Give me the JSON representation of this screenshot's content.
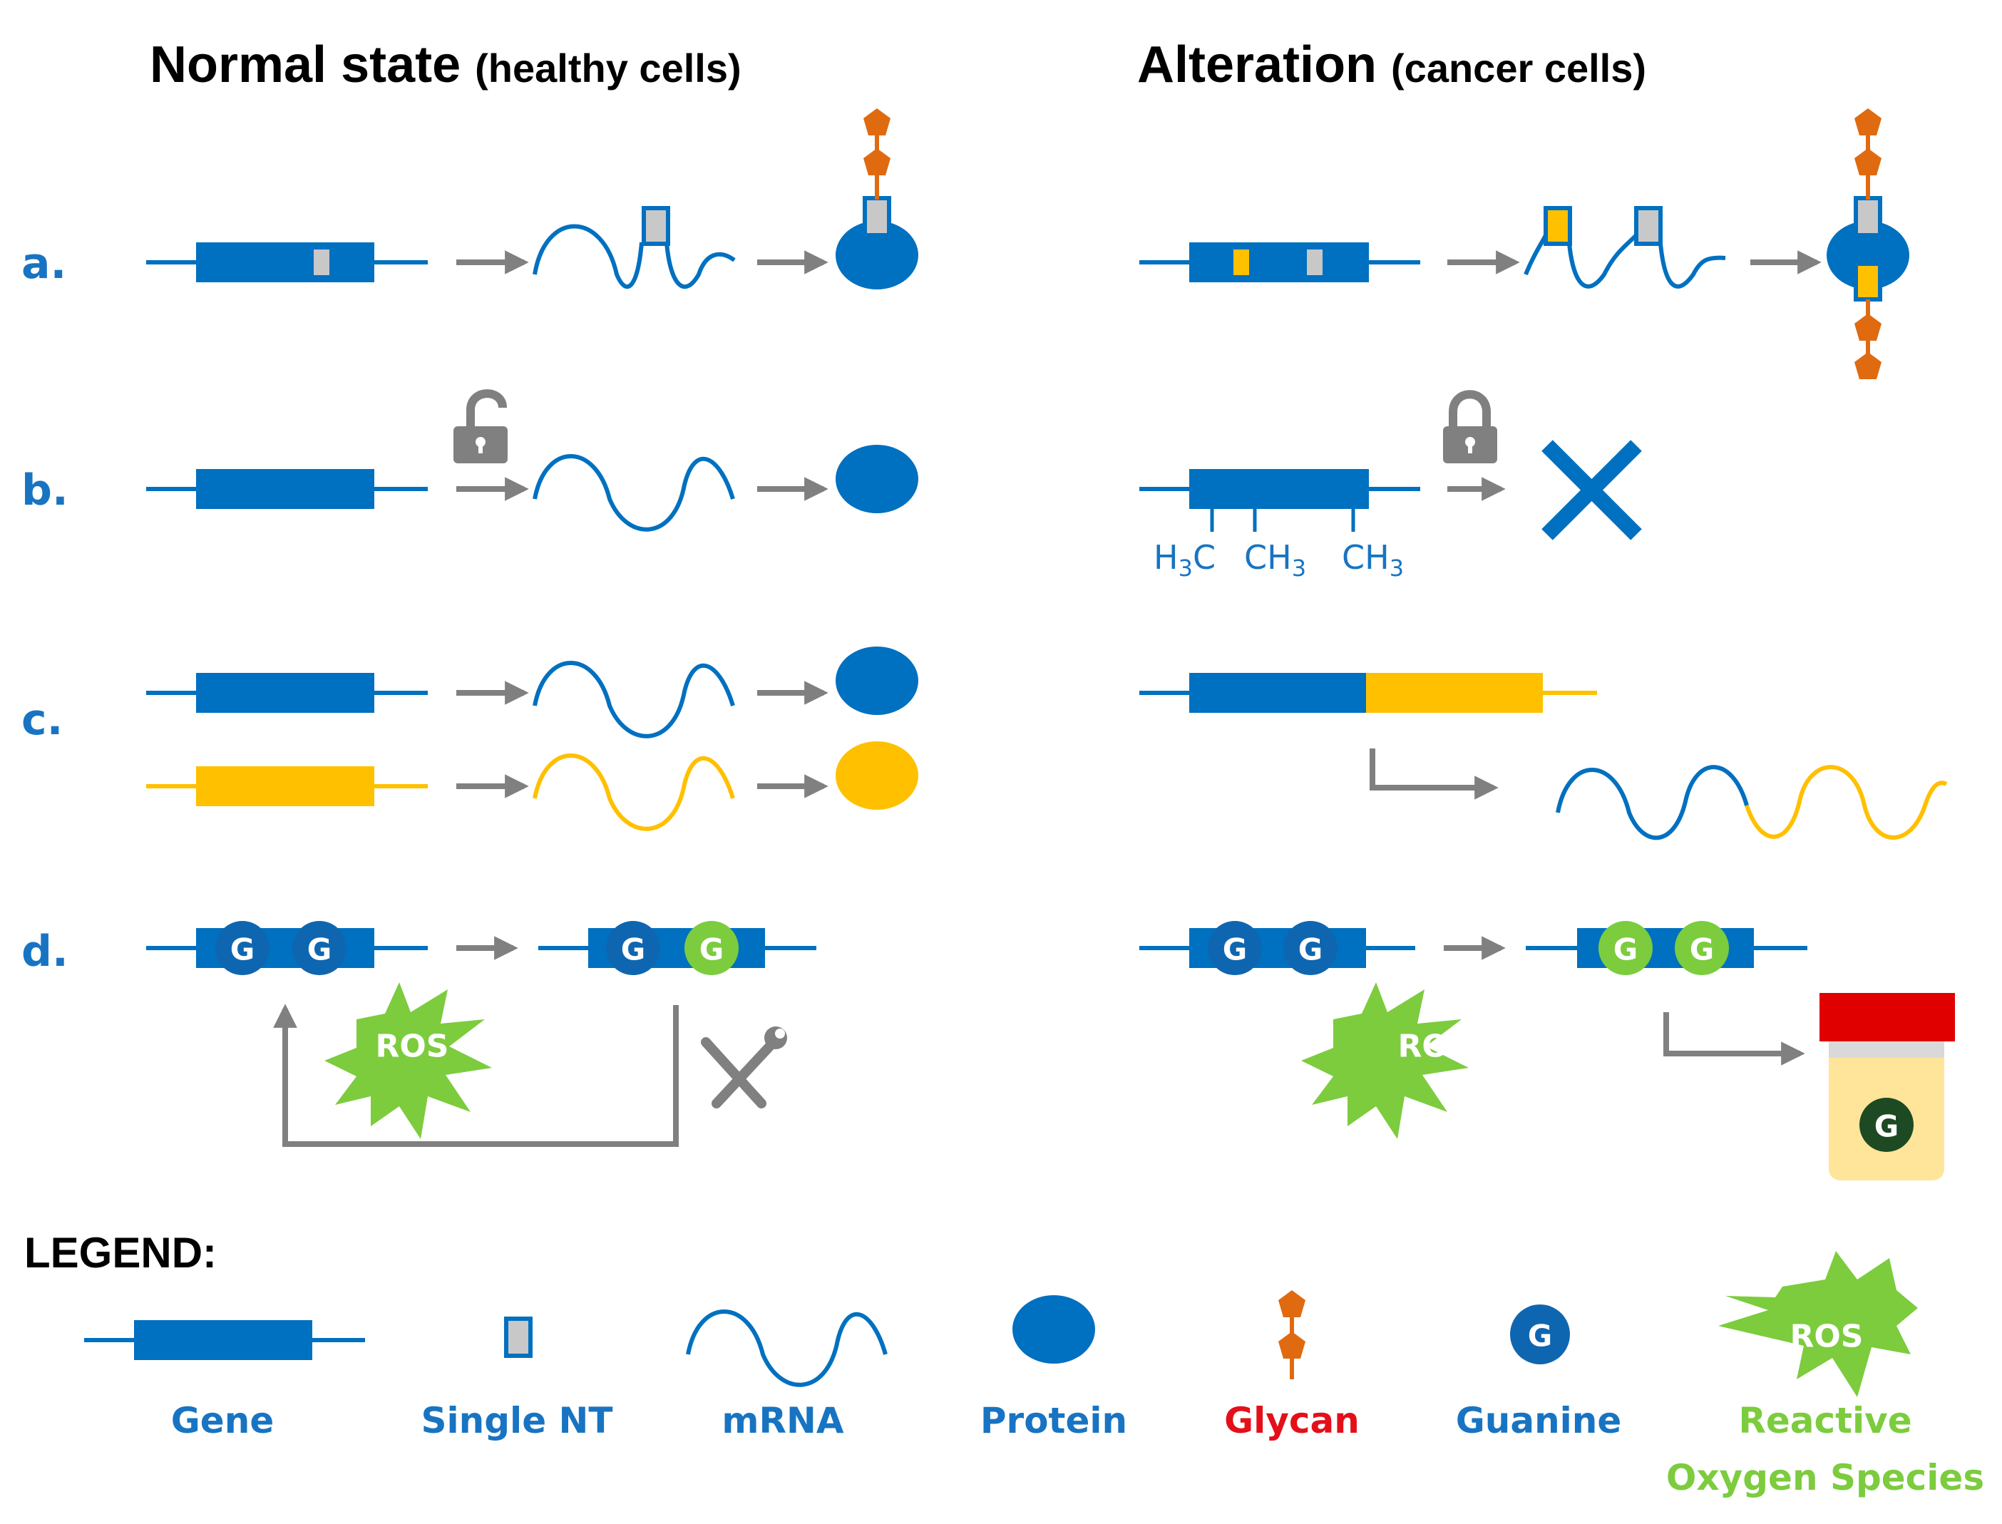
{
  "headers": {
    "left_main": "Normal state",
    "left_sub": "(healthy cells)",
    "right_main": "Alteration",
    "right_sub": "(cancer cells)"
  },
  "rows": {
    "a": "a.",
    "b": "b.",
    "c": "c.",
    "d": "d."
  },
  "methyl": {
    "group1": "H3C",
    "group2": "CH3",
    "group3": "CH3",
    "subscript": "3"
  },
  "symbols": {
    "guanine": "G",
    "ros": "ROS"
  },
  "legend": {
    "title": "LEGEND:",
    "items": {
      "gene": "Gene",
      "single_nt": "Single NT",
      "mrna": "mRNA",
      "protein": "Protein",
      "glycan": "Glycan",
      "guanine": "Guanine",
      "ros_line1": "Reactive",
      "ros_line2": "Oxygen Species"
    }
  },
  "colors": {
    "blue": "#0070c0",
    "dark_blue": "#1a6fb5",
    "yellow": "#ffc000",
    "green": "#7ccc3e",
    "orange": "#e06a10",
    "gray": "#808080",
    "red": "#e00000",
    "glycan_label": "#e3101a",
    "ros_label": "#7ccc3e"
  }
}
